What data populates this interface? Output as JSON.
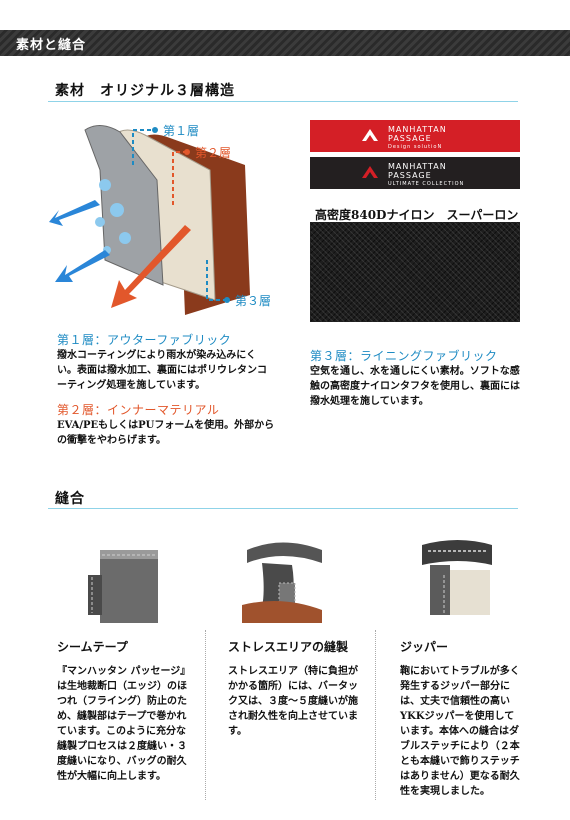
{
  "header": {
    "title": "素材と縫合"
  },
  "material_section": {
    "title": "素材　オリジナル３層構造",
    "diagram_labels": {
      "layer1": "第１層",
      "layer2": "第２層",
      "layer3": "第３層"
    },
    "brand_cards": [
      {
        "name_line1": "MANHATTAN",
        "name_line2": "PASSAGE",
        "tagline": "Design solutioN",
        "bg": "#d41f26"
      },
      {
        "name_line1": "MANHATTAN",
        "name_line2": "PASSAGE",
        "tagline": "ULTIMATE COLLECTION",
        "bg": "#231f20"
      }
    ],
    "nylon_caption": "高密度840Dナイロン　スーパーロン",
    "layers": [
      {
        "heading": "第１層：アウターファブリック",
        "heading_color": "#1e8bc3",
        "text": "撥水コーティングにより雨水が染み込みにくい。表面は撥水加工、裏面にはポリウレタンコーティング処理を施しています。"
      },
      {
        "heading": "第２層：インナーマテリアル",
        "heading_color": "#e2572b",
        "text": "EVA/PEもしくはPUフォームを使用。外部からの衝撃をやわらげます。"
      },
      {
        "heading": "第３層：ライニングファブリック",
        "heading_color": "#1e8bc3",
        "text": "空気を通し、水を通しにくい素材。ソフトな感触の高密度ナイロンタフタを使用し、裏面には撥水処理を施しています。"
      }
    ]
  },
  "sewing_section": {
    "title": "縫合",
    "items": [
      {
        "title": "シームテープ",
        "text": "『マンハッタン パッセージ』は生地裁断口（エッジ）のほつれ（フライング）防止のため、縫製部はテープで巻かれています。このように充分な縫製プロセスは２度縫い・３度縫いになり、バッグの耐久性が大幅に向上します。"
      },
      {
        "title": "ストレスエリアの縫製",
        "text": "ストレスエリア（特に負担がかかる箇所）には、バータック又は、３度～５度縫いが施され耐久性を向上させています。"
      },
      {
        "title": "ジッパー",
        "text": "鞄においてトラブルが多く発生するジッパー部分には、丈夫で信頼性の高いYKKジッパーを使用しています。本体への縫合はダブルステッチにより（２本とも本縫いで飾りステッチはありません）更なる耐久性を実現しました。"
      }
    ]
  },
  "colors": {
    "blue_accent": "#1e8bc3",
    "orange_accent": "#e2572b",
    "rule_cyan": "#8fd3e8"
  }
}
